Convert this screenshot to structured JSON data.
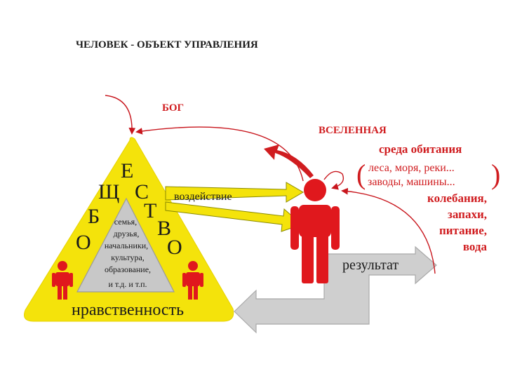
{
  "title": "ЧЕЛОВЕК - ОБЪЕКТ УПРАВЛЕНИЯ",
  "god_label": "БОГ",
  "universe_label": "ВСЕЛЕННАЯ",
  "habitat": {
    "heading": "среда обитания",
    "line1": "леса, моря, реки...",
    "line2": "заводы, машины...",
    "open_paren": "(",
    "close_paren": ")"
  },
  "factors": [
    "колебания,",
    "запахи,",
    "питание,",
    "вода"
  ],
  "society_letters": [
    "О",
    "Б",
    "Щ",
    "Е",
    "С",
    "Т",
    "В",
    "О"
  ],
  "inner_items": [
    "семья,",
    "друзья,",
    "начальники,",
    "культура,",
    "образование,",
    "и т.д. и т.п."
  ],
  "morality_label": "нравственность",
  "influence_label": "воздействие",
  "result_label": "результат",
  "colors": {
    "triangle_fill": "#f4e30b",
    "inner_fill": "#c8c8c8",
    "person_red": "#e0181d",
    "accent_red": "#d01c1f",
    "arrow_gray": "#cfcfcf",
    "arrow_yellow": "#f4e30b"
  }
}
